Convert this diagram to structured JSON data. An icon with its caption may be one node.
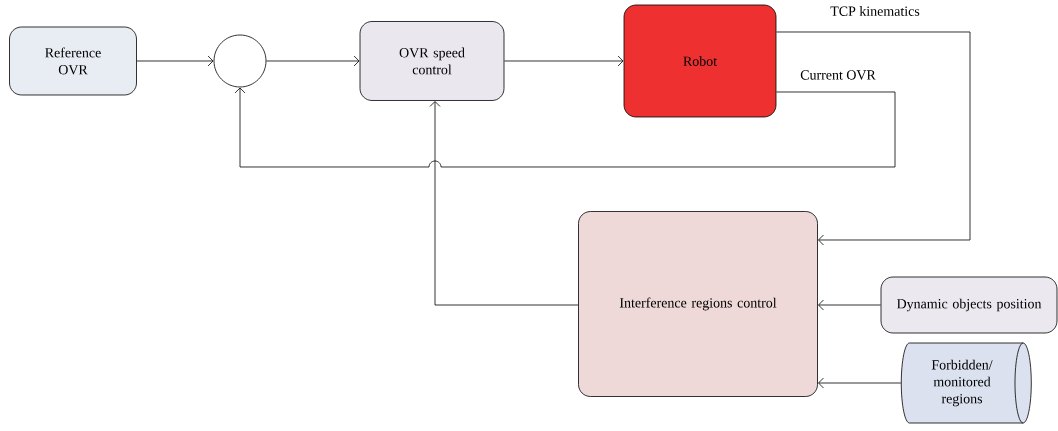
{
  "diagram": {
    "nodes": [
      {
        "text": [
          "Reference OVR"
        ]
      },
      {
        "text": [],
        "shape": "circle"
      },
      {
        "text": [
          "OVR speed control"
        ]
      },
      {
        "text": [
          "Robot"
        ]
      },
      {
        "text": [
          "Interference regions control"
        ]
      },
      {
        "text": [
          "Dynamic objects position"
        ]
      },
      {
        "text": [
          "Forbidden/ monitored regions"
        ]
      }
    ],
    "edges": [
      {
        "from": 0,
        "to": 1,
        "arrow": "to"
      },
      {
        "from": 1,
        "to": 2,
        "arrow": "to"
      },
      {
        "from": 2,
        "to": 3,
        "arrow": "to"
      },
      {
        "from": 3,
        "to": 4,
        "arrow": "to",
        "label": "TCP kinematics"
      },
      {
        "from": 3,
        "to": 1,
        "arrow": "to",
        "label": "Current OVR"
      },
      {
        "from": 4,
        "to": 2,
        "arrow": "to"
      },
      {
        "from": 5,
        "to": 4,
        "arrow": "to"
      },
      {
        "from": 6,
        "to": 4,
        "arrow": "to"
      }
    ]
  }
}
